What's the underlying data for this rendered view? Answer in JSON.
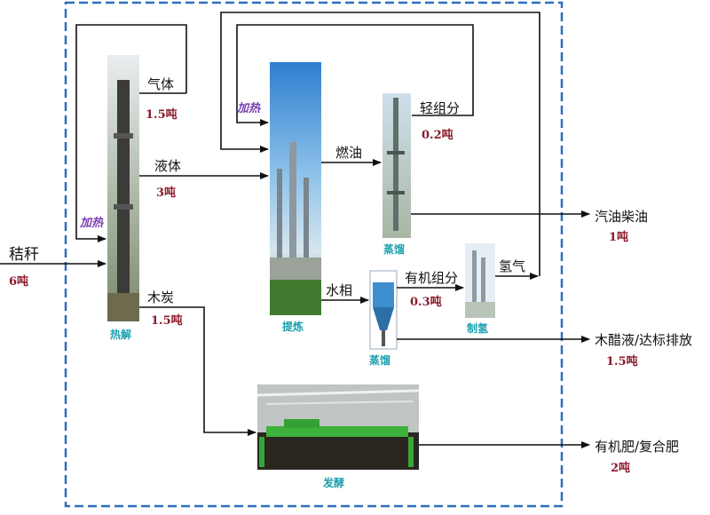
{
  "input": {
    "label": "秸秆",
    "qty": "6吨"
  },
  "units": {
    "pyrolysis": "热解",
    "refining": "提炼",
    "distill_top": "蒸馏",
    "distill_bottom": "蒸馏",
    "hydrogen": "制氢",
    "ferment": "发酵"
  },
  "heat_labels": {
    "pyrolysis": "加热",
    "refining": "加热"
  },
  "streams": {
    "gas": {
      "label": "气体",
      "qty": "1.5吨"
    },
    "liquid": {
      "label": "液体",
      "qty": "3吨"
    },
    "charcoal": {
      "label": "木炭",
      "qty": "1.5吨"
    },
    "fuel_oil": {
      "label": "燃油"
    },
    "light": {
      "label": "轻组分",
      "qty": "0.2吨"
    },
    "water_phase": {
      "label": "水相"
    },
    "organic": {
      "label": "有机组分",
      "qty": "0.3吨"
    },
    "hydrogen_gas": {
      "label": "氢气"
    }
  },
  "outputs": {
    "gasoline_diesel": {
      "label": "汽油柴油",
      "qty": "1吨"
    },
    "wood_vinegar": {
      "label": "木醋液/达标排放",
      "qty": "1.5吨"
    },
    "fertilizer": {
      "label": "有机肥/复合肥",
      "qty": "2吨"
    }
  },
  "colors": {
    "border": "#2b6fbf",
    "arrow": "#111111",
    "quantity": "#8b1a2a",
    "caption": "#1aa0b0",
    "heat": "#7b3fb0"
  }
}
